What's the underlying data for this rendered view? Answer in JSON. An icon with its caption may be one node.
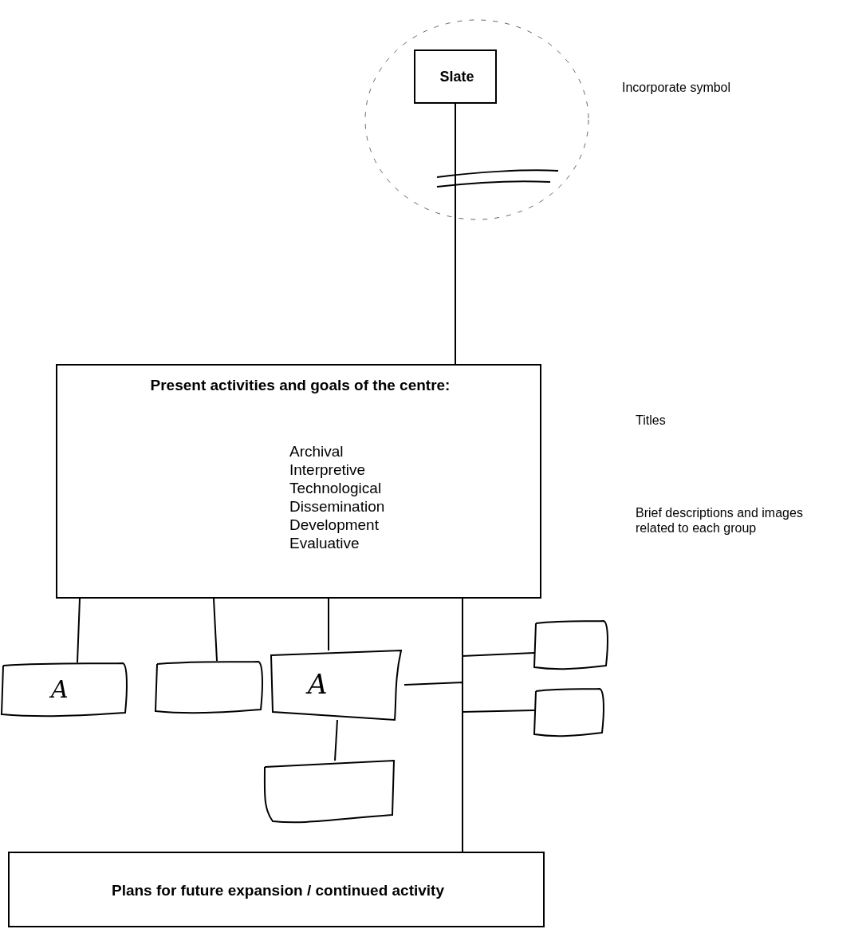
{
  "diagram": {
    "nodes": [
      {
        "text": [
          "Slate"
        ]
      },
      {
        "text": [
          "Present activities and goals of the centre:",
          "Archival",
          "Interpretive",
          "Technological",
          "Dissemination",
          "Development",
          "Evaluative"
        ]
      },
      {
        "text": [
          "A"
        ]
      },
      {
        "text": [],
        "shape": "box"
      },
      {
        "text": [
          "A"
        ]
      },
      {
        "text": [],
        "shape": "box"
      },
      {
        "text": [],
        "shape": "box"
      },
      {
        "text": [],
        "shape": "box"
      },
      {
        "text": [
          "Plans for future expansion / continued activity"
        ]
      }
    ],
    "edges": [
      {
        "from": 0,
        "to": 1,
        "arrow": "none"
      },
      {
        "from": 1,
        "to": 2,
        "arrow": "none"
      },
      {
        "from": 1,
        "to": 3,
        "arrow": "none"
      },
      {
        "from": 1,
        "to": 4,
        "arrow": "none"
      },
      {
        "from": 4,
        "to": 5,
        "arrow": "none"
      },
      {
        "from": 1,
        "to": 8,
        "arrow": "none"
      },
      {
        "from": 1,
        "to": 6,
        "arrow": "none"
      },
      {
        "from": 1,
        "to": 7,
        "arrow": "none"
      },
      {
        "from": 4,
        "to": 8,
        "arrow": "none"
      }
    ],
    "labels": [
      "Incorporate symbol",
      "Titles",
      "Brief descriptions and images related to each group"
    ]
  }
}
